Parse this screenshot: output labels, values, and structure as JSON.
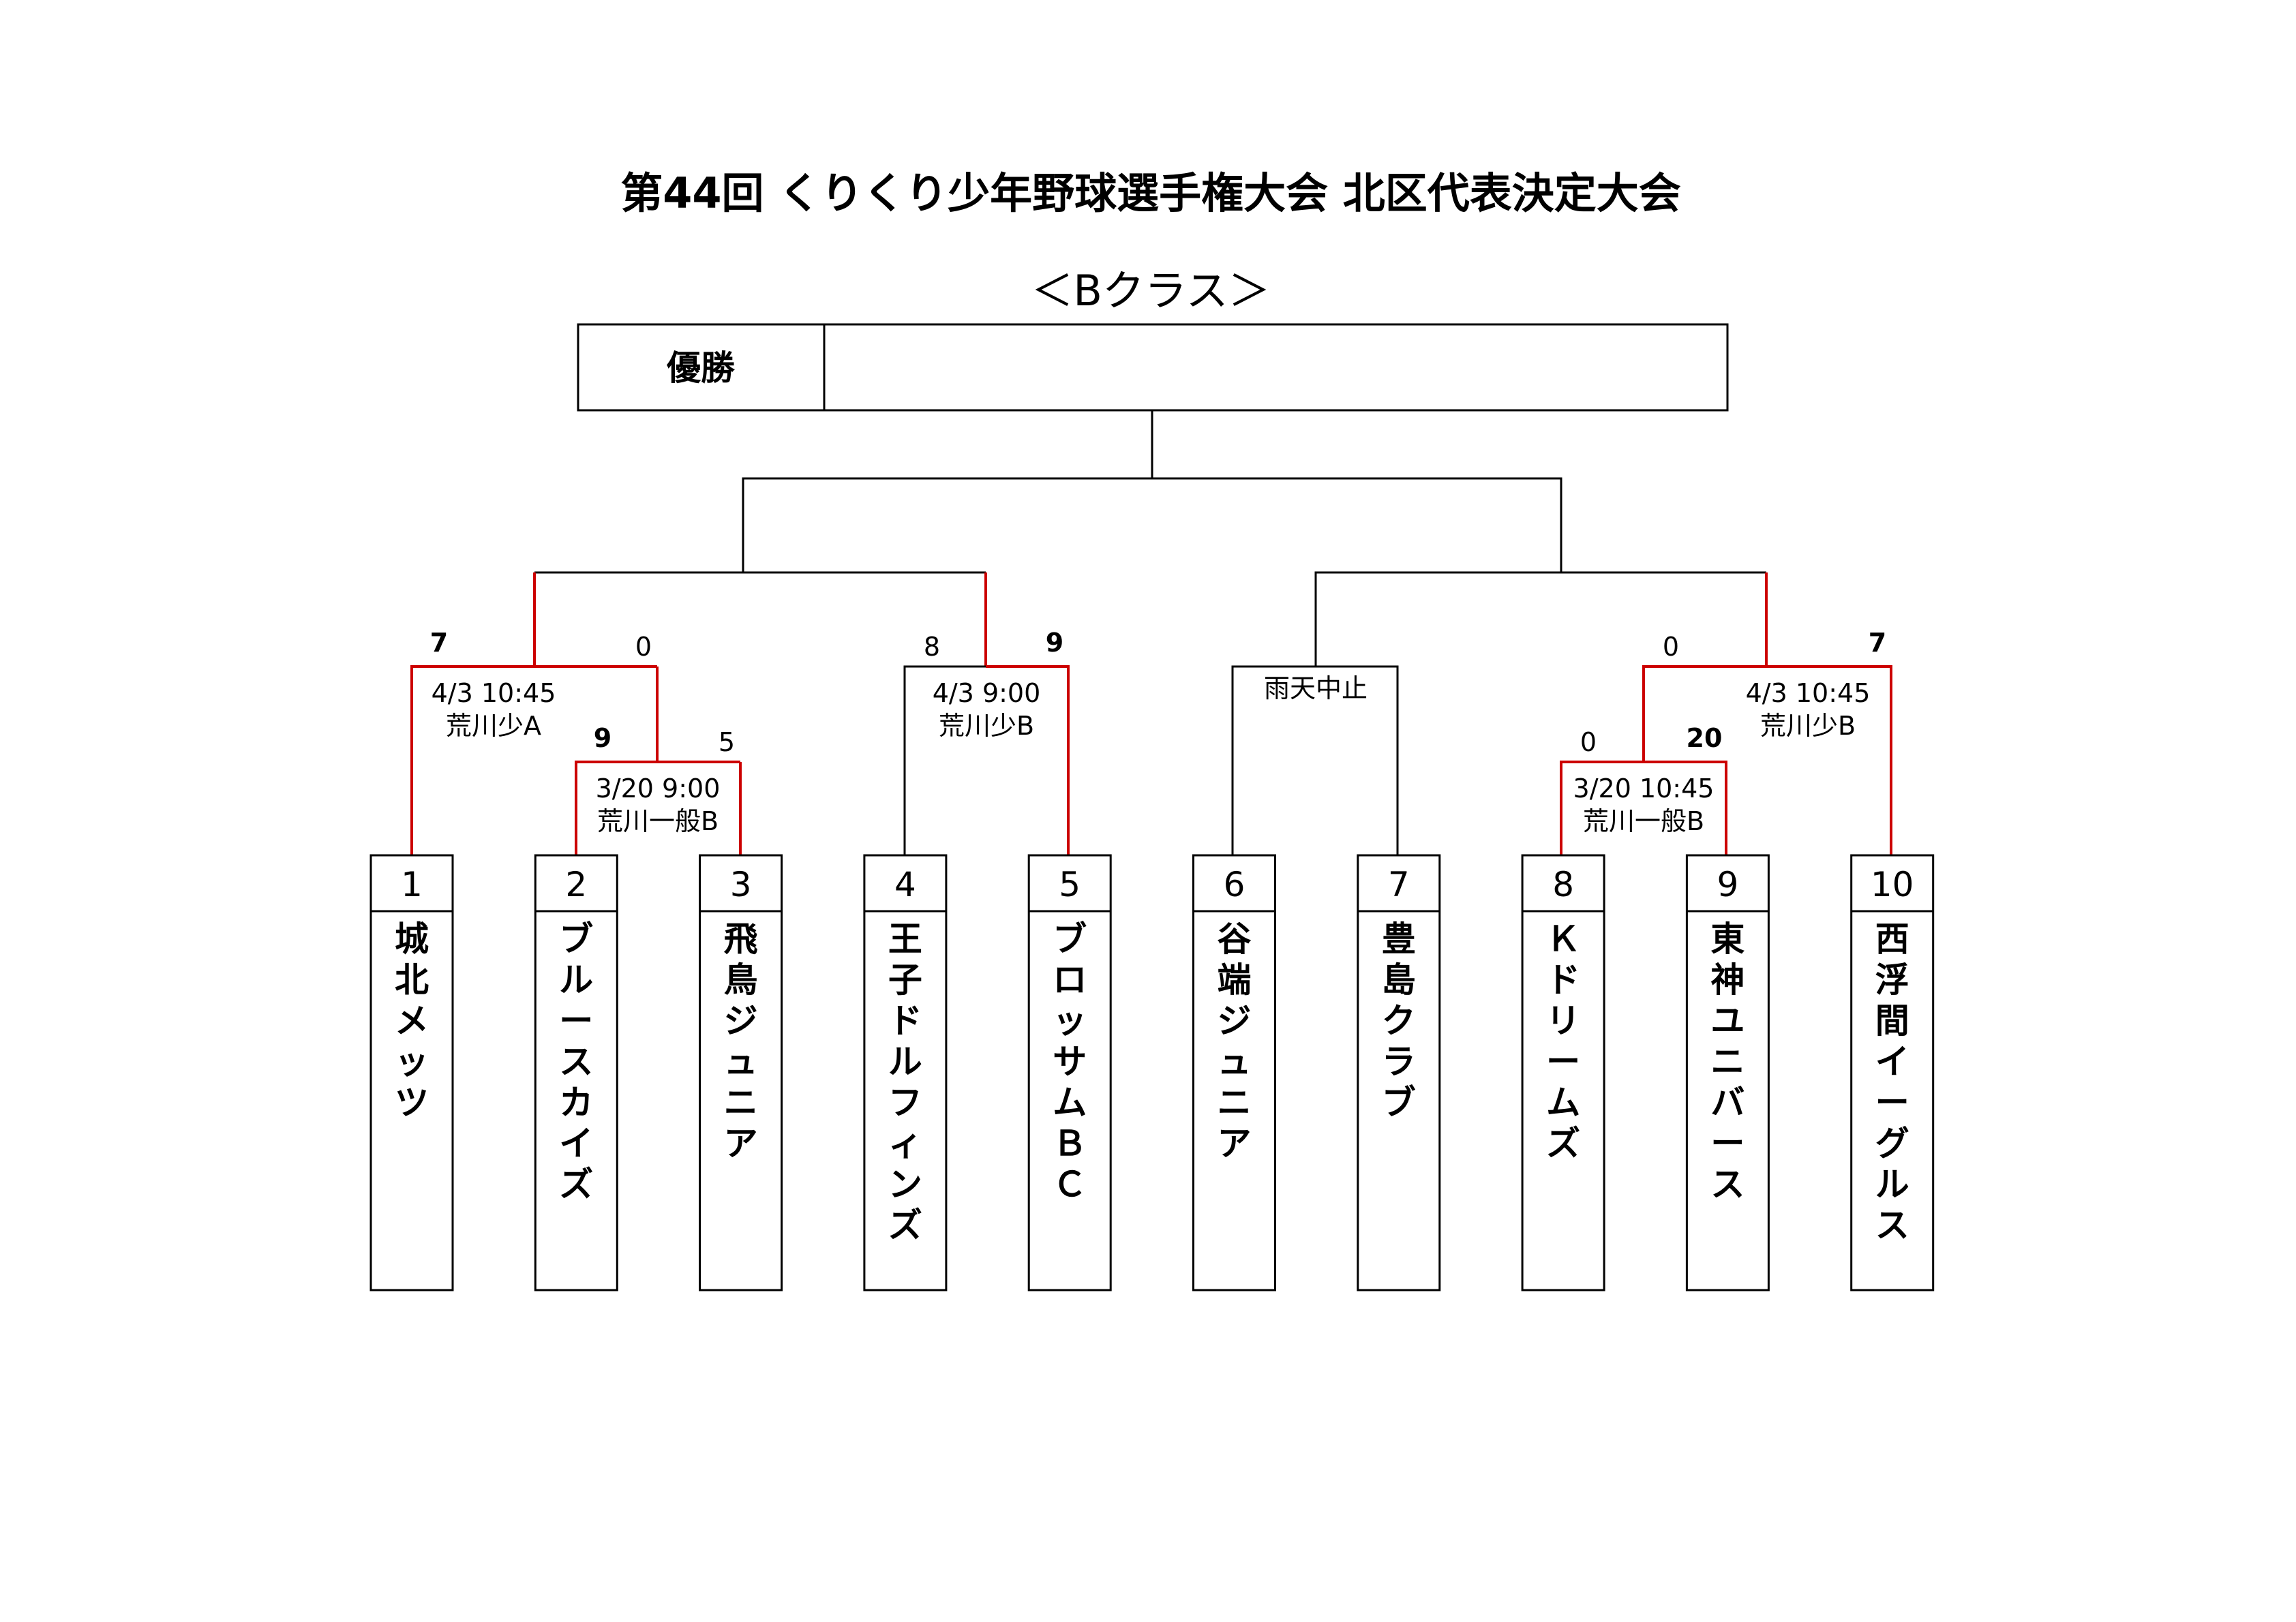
{
  "title": "第44回 くりくり少年野球選手権大会 北区代表決定大会",
  "subtitle": "＜Bクラス＞",
  "champion": {
    "label": "優勝",
    "value": ""
  },
  "teams": [
    {
      "no": "1",
      "name": "城北メッツ"
    },
    {
      "no": "2",
      "name": "ブルースカイズ"
    },
    {
      "no": "3",
      "name": "飛鳥ジュニア"
    },
    {
      "no": "4",
      "name": "王子ドルフィンズ"
    },
    {
      "no": "5",
      "name": "ブロッサムＢＣ"
    },
    {
      "no": "6",
      "name": "谷端ジュニア"
    },
    {
      "no": "7",
      "name": "豊島クラブ"
    },
    {
      "no": "8",
      "name": "Ｋドリームズ"
    },
    {
      "no": "9",
      "name": "東神ユニバース"
    },
    {
      "no": "10",
      "name": "西浮間イーグルス"
    }
  ],
  "matches": [
    {
      "id": "m23",
      "date": "3/20 9:00",
      "venue": "荒川一般B",
      "score_left": "9",
      "score_right": "5",
      "winner": "left"
    },
    {
      "id": "m1w",
      "date": "4/3 10:45",
      "venue": "荒川少A",
      "score_left": "7",
      "score_right": "0",
      "winner": "left"
    },
    {
      "id": "m45",
      "date": "4/3 9:00",
      "venue": "荒川少B",
      "score_left": "8",
      "score_right": "9",
      "winner": "right"
    },
    {
      "id": "m67",
      "note": "雨天中止"
    },
    {
      "id": "m89",
      "date": "3/20 10:45",
      "venue": "荒川一般B",
      "score_left": "0",
      "score_right": "20",
      "winner": "right"
    },
    {
      "id": "mw10",
      "date": "4/3 10:45",
      "venue": "荒川少B",
      "score_left": "0",
      "score_right": "7",
      "winner": "right"
    }
  ],
  "colors": {
    "line": "#000000",
    "winner_line": "#cc0000"
  }
}
